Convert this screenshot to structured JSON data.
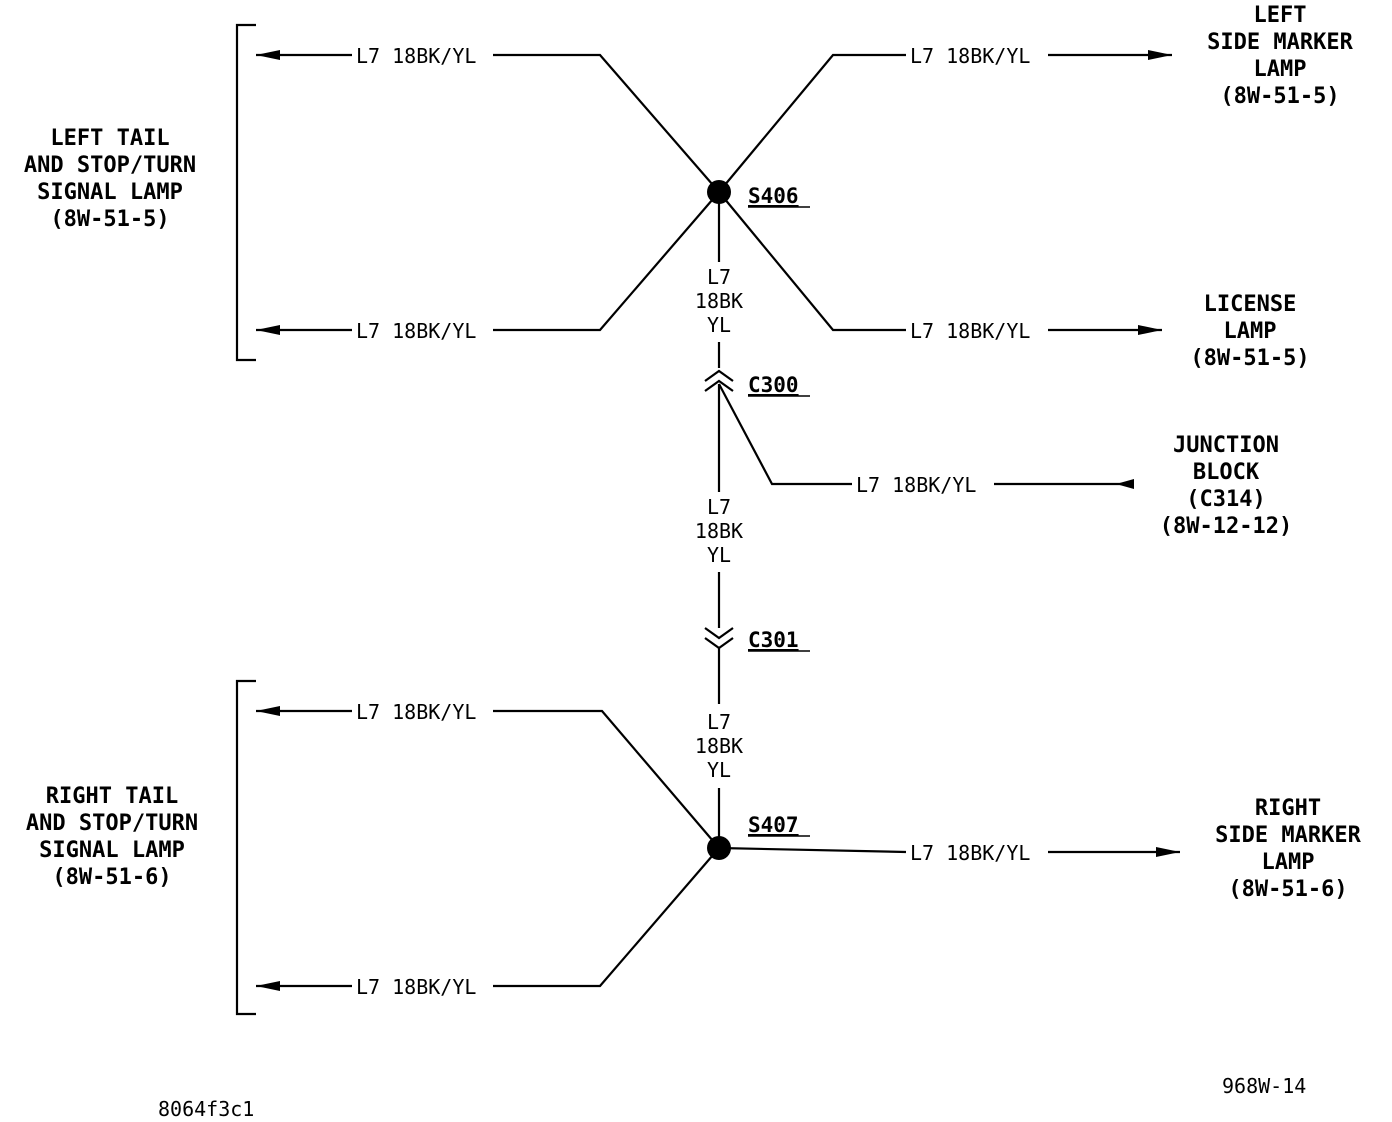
{
  "wire": {
    "label": "L7 18BK/YL",
    "code": "L7",
    "gauge_color": "18BK",
    "tracer": "YL"
  },
  "splices": {
    "s406": "S406",
    "s407": "S407"
  },
  "connectors": {
    "c300": "C300",
    "c301": "C301"
  },
  "components": {
    "left_tail": [
      "LEFT TAIL",
      "AND STOP/TURN",
      "SIGNAL LAMP",
      "(8W-51-5)"
    ],
    "left_side_marker": [
      "LEFT",
      "SIDE MARKER",
      "LAMP",
      "(8W-51-5)"
    ],
    "license_lamp": [
      "LICENSE",
      "LAMP",
      "(8W-51-5)"
    ],
    "junction_block": [
      "JUNCTION",
      "BLOCK",
      "(C314)",
      "(8W-12-12)"
    ],
    "right_tail": [
      "RIGHT TAIL",
      "AND STOP/TURN",
      "SIGNAL LAMP",
      "(8W-51-6)"
    ],
    "right_side_marker": [
      "RIGHT",
      "SIDE MARKER",
      "LAMP",
      "(8W-51-6)"
    ]
  },
  "footer": {
    "figure_id": "8064f3c1",
    "page_ref": "968W-14"
  }
}
